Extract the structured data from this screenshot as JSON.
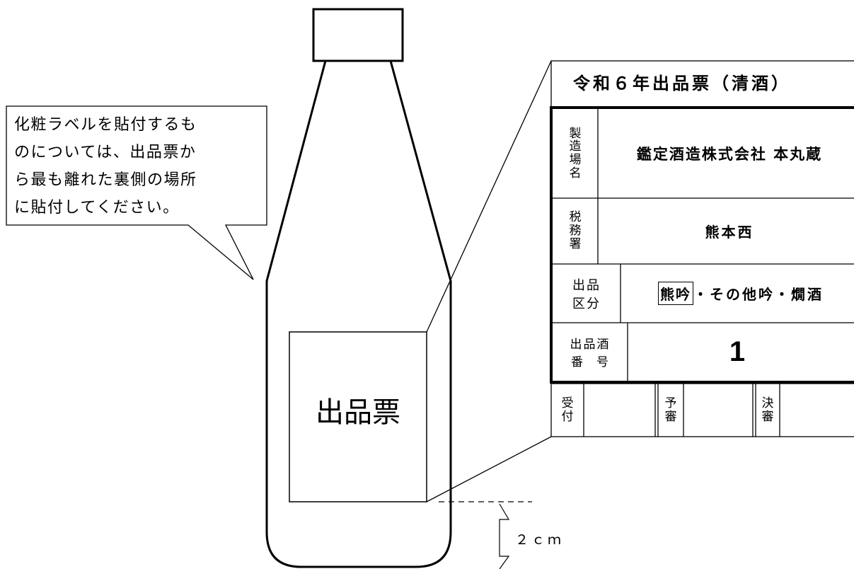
{
  "callout": {
    "lines": [
      "化粧ラベルを貼付するも",
      "のについては、出品票か",
      "ら最も離れた裏側の場所",
      "に貼付してください。"
    ]
  },
  "bottle": {
    "label_text": "出品票",
    "distance_text": "２ｃｍ"
  },
  "ticket": {
    "title": "令和６年出品票（清酒）",
    "rows": {
      "factory_label": "製造場名",
      "factory_value": "鑑定酒造株式会社 本丸蔵",
      "tax_office_label": "税務署",
      "tax_office_value": "熊本西",
      "category_label_1": "出品",
      "category_label_2": "区分",
      "category_selected": "熊吟",
      "category_rest": "・その他吟・燗酒",
      "number_label_1": "出品酒",
      "number_label_2": "番　号",
      "number_value": "1"
    },
    "stamps": {
      "received": "受付",
      "preliminary": "予審",
      "final": "決審"
    }
  }
}
